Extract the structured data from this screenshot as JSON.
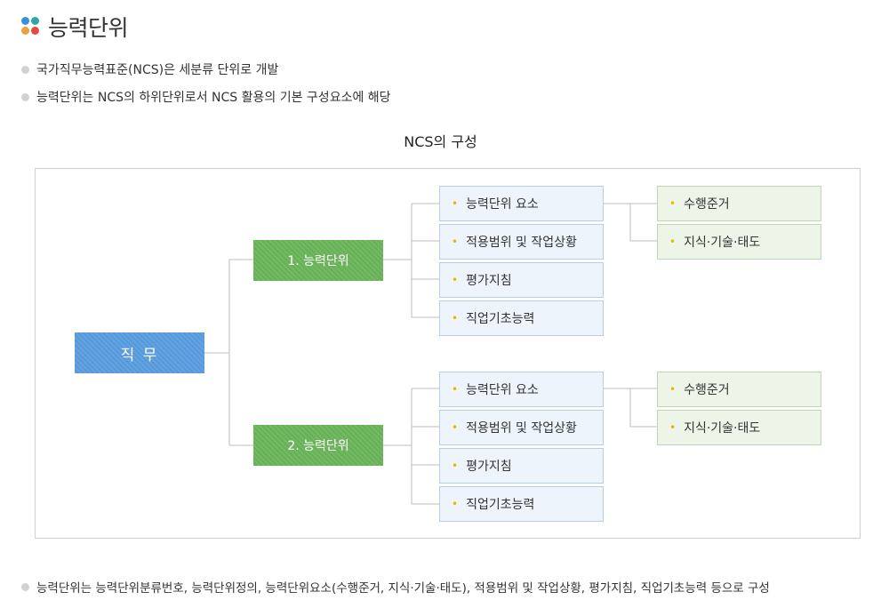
{
  "header": {
    "title": "능력단위"
  },
  "intro": [
    "국가직무능력표준(NCS)은 세분류 단위로 개발",
    "능력단위는 NCS의 하위단위로서 NCS 활용의 기본 구성요소에 해당"
  ],
  "diagram": {
    "caption": "NCS의 구성",
    "root": "직 무",
    "units": [
      {
        "label": "1. 능력단위",
        "components": [
          "능력단위 요소",
          "적용범위 및 작업상황",
          "평가지침",
          "직업기초능력"
        ],
        "element_details": [
          "수행준거",
          "지식·기술·태도"
        ]
      },
      {
        "label": "2. 능력단위",
        "components": [
          "능력단위 요소",
          "적용범위 및 작업상황",
          "평가지침",
          "직업기초능력"
        ],
        "element_details": [
          "수행준거",
          "지식·기술·태도"
        ]
      }
    ]
  },
  "footer": {
    "note": "능력단위는 능력단위분류번호, 능력단위정의, 능력단위요소(수행준거, 지식·기술·태도), 적용범위 및 작업상황, 평가지침, 직업기초능력 등으로 구성"
  },
  "colors": {
    "job": "#5a9de0",
    "unit": "#6ab65a",
    "component_bg": "#edf4fc",
    "detail_bg": "#edf5e8",
    "connector": "#bdbdbd"
  }
}
